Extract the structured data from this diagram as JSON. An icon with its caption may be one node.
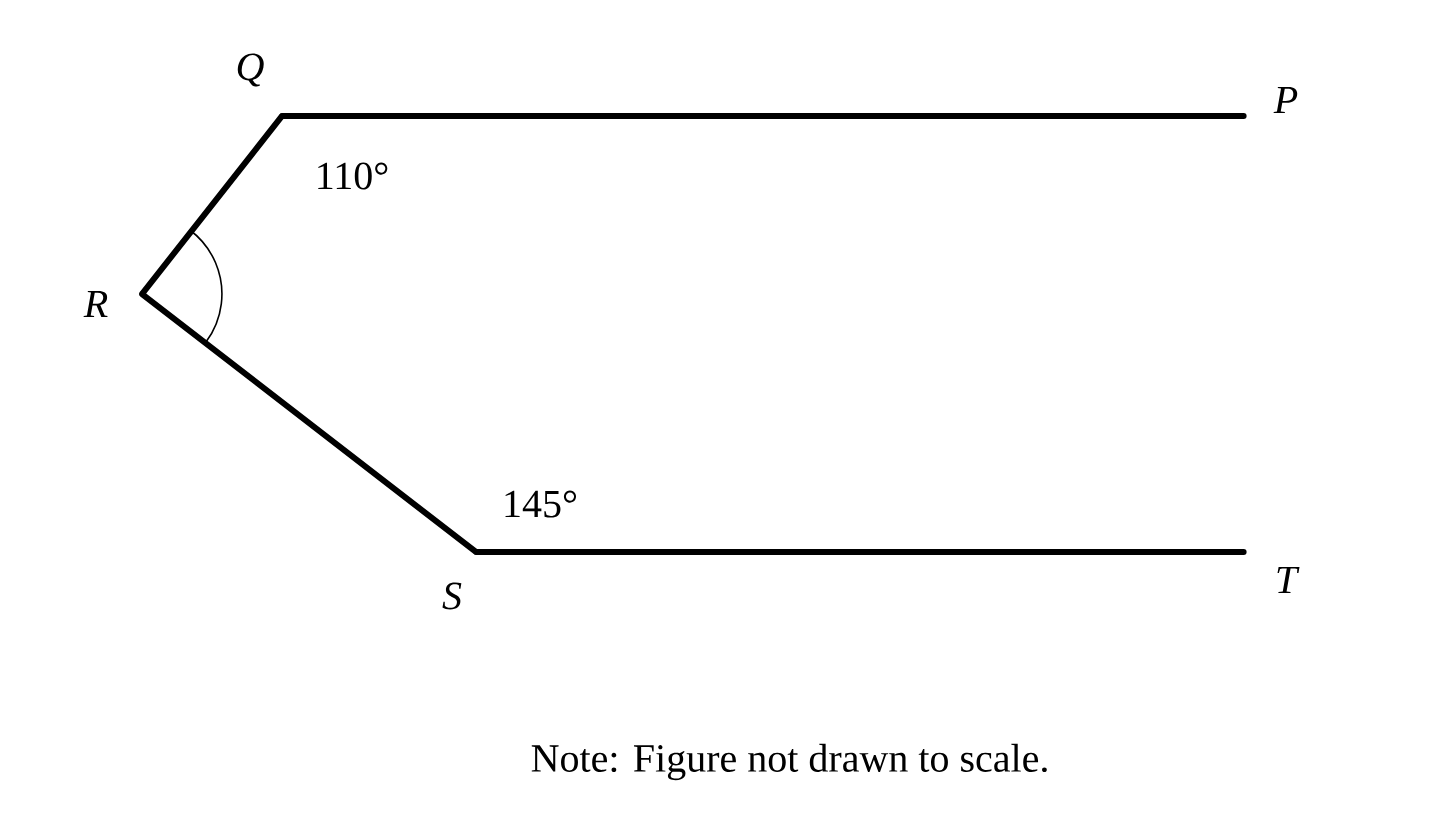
{
  "diagram": {
    "nodes": [
      {
        "text": [
          "Q"
        ]
      },
      {
        "text": [
          "P"
        ]
      },
      {
        "text": [
          "R"
        ]
      },
      {
        "text": [
          "S"
        ]
      },
      {
        "text": [
          "T"
        ]
      }
    ],
    "edges": [
      {
        "from": 0,
        "to": 1,
        "arrow": "none"
      },
      {
        "from": 0,
        "to": 2,
        "arrow": "none"
      },
      {
        "from": 2,
        "to": 3,
        "arrow": "none"
      },
      {
        "from": 3,
        "to": 4,
        "arrow": "none"
      }
    ],
    "labels": [
      "110°",
      "145°",
      "Note: Figure not drawn to scale."
    ]
  }
}
